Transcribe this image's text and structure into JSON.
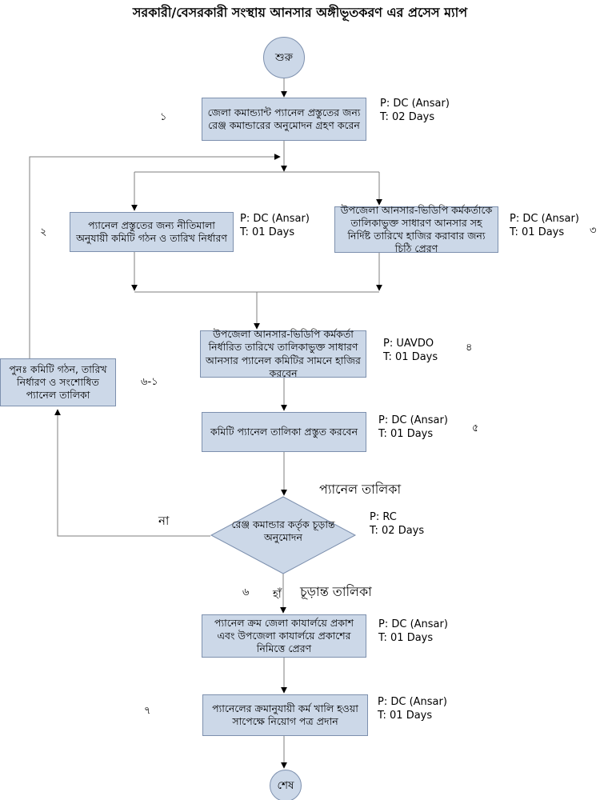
{
  "title": "সরকারী/বেসরকারী সংস্থায় আনসার অঙ্গীভূতকরণ এর প্রসেস ম্যাপ",
  "colors": {
    "node_fill": "#ccd8e8",
    "node_border": "#7d90ae",
    "line": "#7f7f7f",
    "arrow": "#000000"
  },
  "terminals": {
    "start": "শুরু",
    "end": "শেষ"
  },
  "nodes": {
    "step1": {
      "num": "১",
      "text": "জেলা কমান্ড্যান্ট প্যানেল প্রস্তুতের জন্য রেঞ্জ কমান্ডারের অনুমোদন গ্রহণ করেন",
      "p": "P: DC (Ansar)",
      "t": "T: 02 Days"
    },
    "step2": {
      "num": "২",
      "text": "প্যানেল প্রস্তুতের জন্য নীতিমালা অনুযায়ী কমিটি গঠন ও তারিখ নির্ধারণ",
      "p": "P: DC (Ansar)",
      "t": "T: 01 Days"
    },
    "step3": {
      "num": "৩",
      "text": "উপজেলা আনসার-ভিডিপি কর্মকর্তাকে তালিকাভুক্ত সাধারণ আনসার সহ নির্দিষ্ট তারিখে হাজির করাবার জন্য চিঠি প্রেরণ",
      "p": "P: DC (Ansar)",
      "t": "T: 01 Days"
    },
    "step4": {
      "num": "৪",
      "text": "উপজেলা আনসার-ভিডিপি কর্মকর্তা নির্ধারিত তারিখে তালিকাভুক্ত সাধারণ আনসার প্যানেল কমিটির সামনে হাজির করবেন",
      "p": "P: UAVDO",
      "t": "T: 01 Days"
    },
    "step5": {
      "num": "৫",
      "text": "কমিটি প্যানেল তালিকা প্রস্তুত করবেন",
      "p": "P: DC (Ansar)",
      "t": "T: 01 Days"
    },
    "decision": {
      "text": "রেঞ্জ কমান্ডার কর্তৃক চূড়ান্ত অনুমোদন",
      "p": "P: RC",
      "t": "T: 02 Days"
    },
    "rework": {
      "num": "৬-১",
      "text": "পুনঃ  কমিটি গঠন, তারিখ নির্ধারণ ও সংশোধিত প্যানেল তালিকা"
    },
    "step6": {
      "num": "৬",
      "text": "প্যানেল ক্রম জেলা কাযার্লয়ে প্রকাশ এবং উপজেলা কাযার্লয়ে প্রকাশের নিমিত্তে প্রেরণ",
      "p": "P: DC (Ansar)",
      "t": "T: 01 Days"
    },
    "step7": {
      "num": "৭",
      "text": "প্যানেলের ক্রমানুযায়ী কর্ম খালি হওয়া সাপেক্ষে নিয়োগ পত্র প্রদান",
      "p": "P: DC (Ansar)",
      "t": "T: 01 Days"
    }
  },
  "labels": {
    "panel_list": "প্যানেল তালিকা",
    "final_list": "চূড়ান্ত তালিকা",
    "no": "না",
    "yes": "হাঁ"
  }
}
